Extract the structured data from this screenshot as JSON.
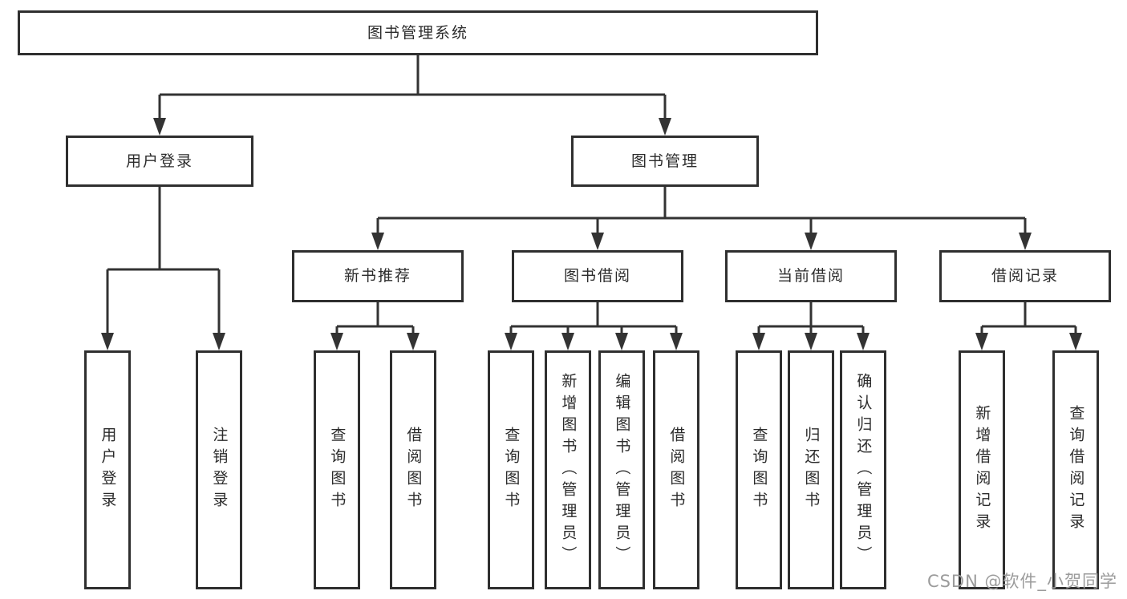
{
  "diagram": {
    "root": {
      "label": "图书管理系统"
    },
    "branches": [
      {
        "label": "用户登录",
        "children": [
          {
            "label": "用户登录"
          },
          {
            "label": "注销登录"
          }
        ]
      },
      {
        "label": "图书管理",
        "groups": [
          {
            "label": "新书推荐",
            "children": [
              {
                "label": "查询图书"
              },
              {
                "label": "借阅图书"
              }
            ]
          },
          {
            "label": "图书借阅",
            "children": [
              {
                "label": "查询图书"
              },
              {
                "label": "新增图书（管理员）"
              },
              {
                "label": "编辑图书（管理员）"
              },
              {
                "label": "借阅图书"
              }
            ]
          },
          {
            "label": "当前借阅",
            "children": [
              {
                "label": "查询图书"
              },
              {
                "label": "归还图书"
              },
              {
                "label": "确认归还（管理员）"
              }
            ]
          },
          {
            "label": "借阅记录",
            "children": [
              {
                "label": "新增借阅记录"
              },
              {
                "label": "查询借阅记录"
              }
            ]
          }
        ]
      }
    ]
  },
  "watermark": {
    "text": "CSDN @软件_小贺同学"
  },
  "colors": {
    "line": "#333333",
    "box_border": "#2f2f2f",
    "text": "#2b2b2b",
    "watermark": "#9b9b9b",
    "background": "#ffffff"
  }
}
